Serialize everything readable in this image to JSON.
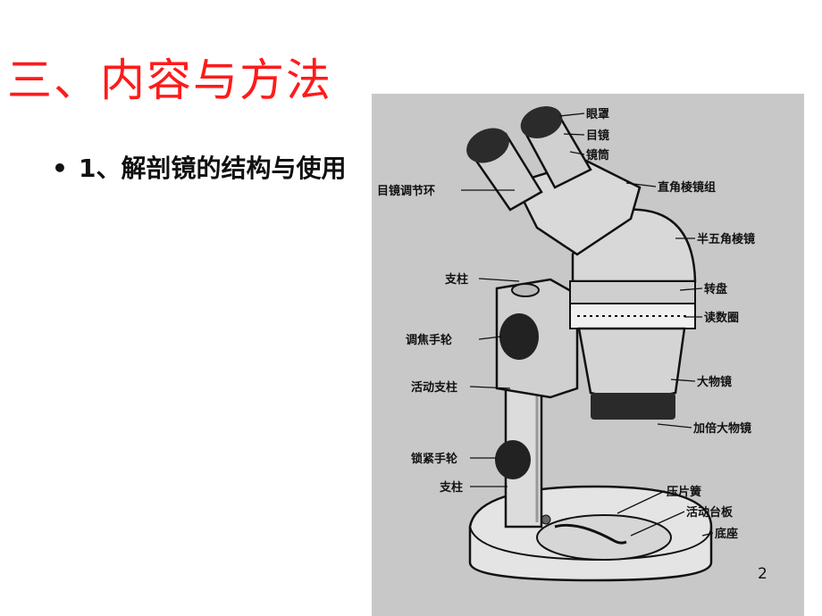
{
  "slide": {
    "title": "三、内容与方法",
    "bullet_mark": "•",
    "bullet_text": "1、解剖镜的结构与使用",
    "page_number": "2"
  },
  "figure": {
    "labels": {
      "eyecup": "眼罩",
      "eyepiece": "目镜",
      "lens_tube": "镜筒",
      "right_angle_prism": "直角棱镜组",
      "half_pentaprism": "半五角棱镜",
      "turntable": "转盘",
      "reading_ring": "读数圈",
      "objective": "大物镜",
      "aux_objective": "加倍大物镜",
      "pressure_clip": "压片簧",
      "movable_plate": "活动台板",
      "base": "底座",
      "eyepiece_ring": "目镜调节环",
      "column_top": "支柱",
      "focus_knob": "调焦手轮",
      "movable_column": "活动支柱",
      "lock_knob": "锁紧手轮",
      "column_bottom": "支柱"
    },
    "colors": {
      "background": "#c8c8c8",
      "ink": "#111111"
    }
  }
}
